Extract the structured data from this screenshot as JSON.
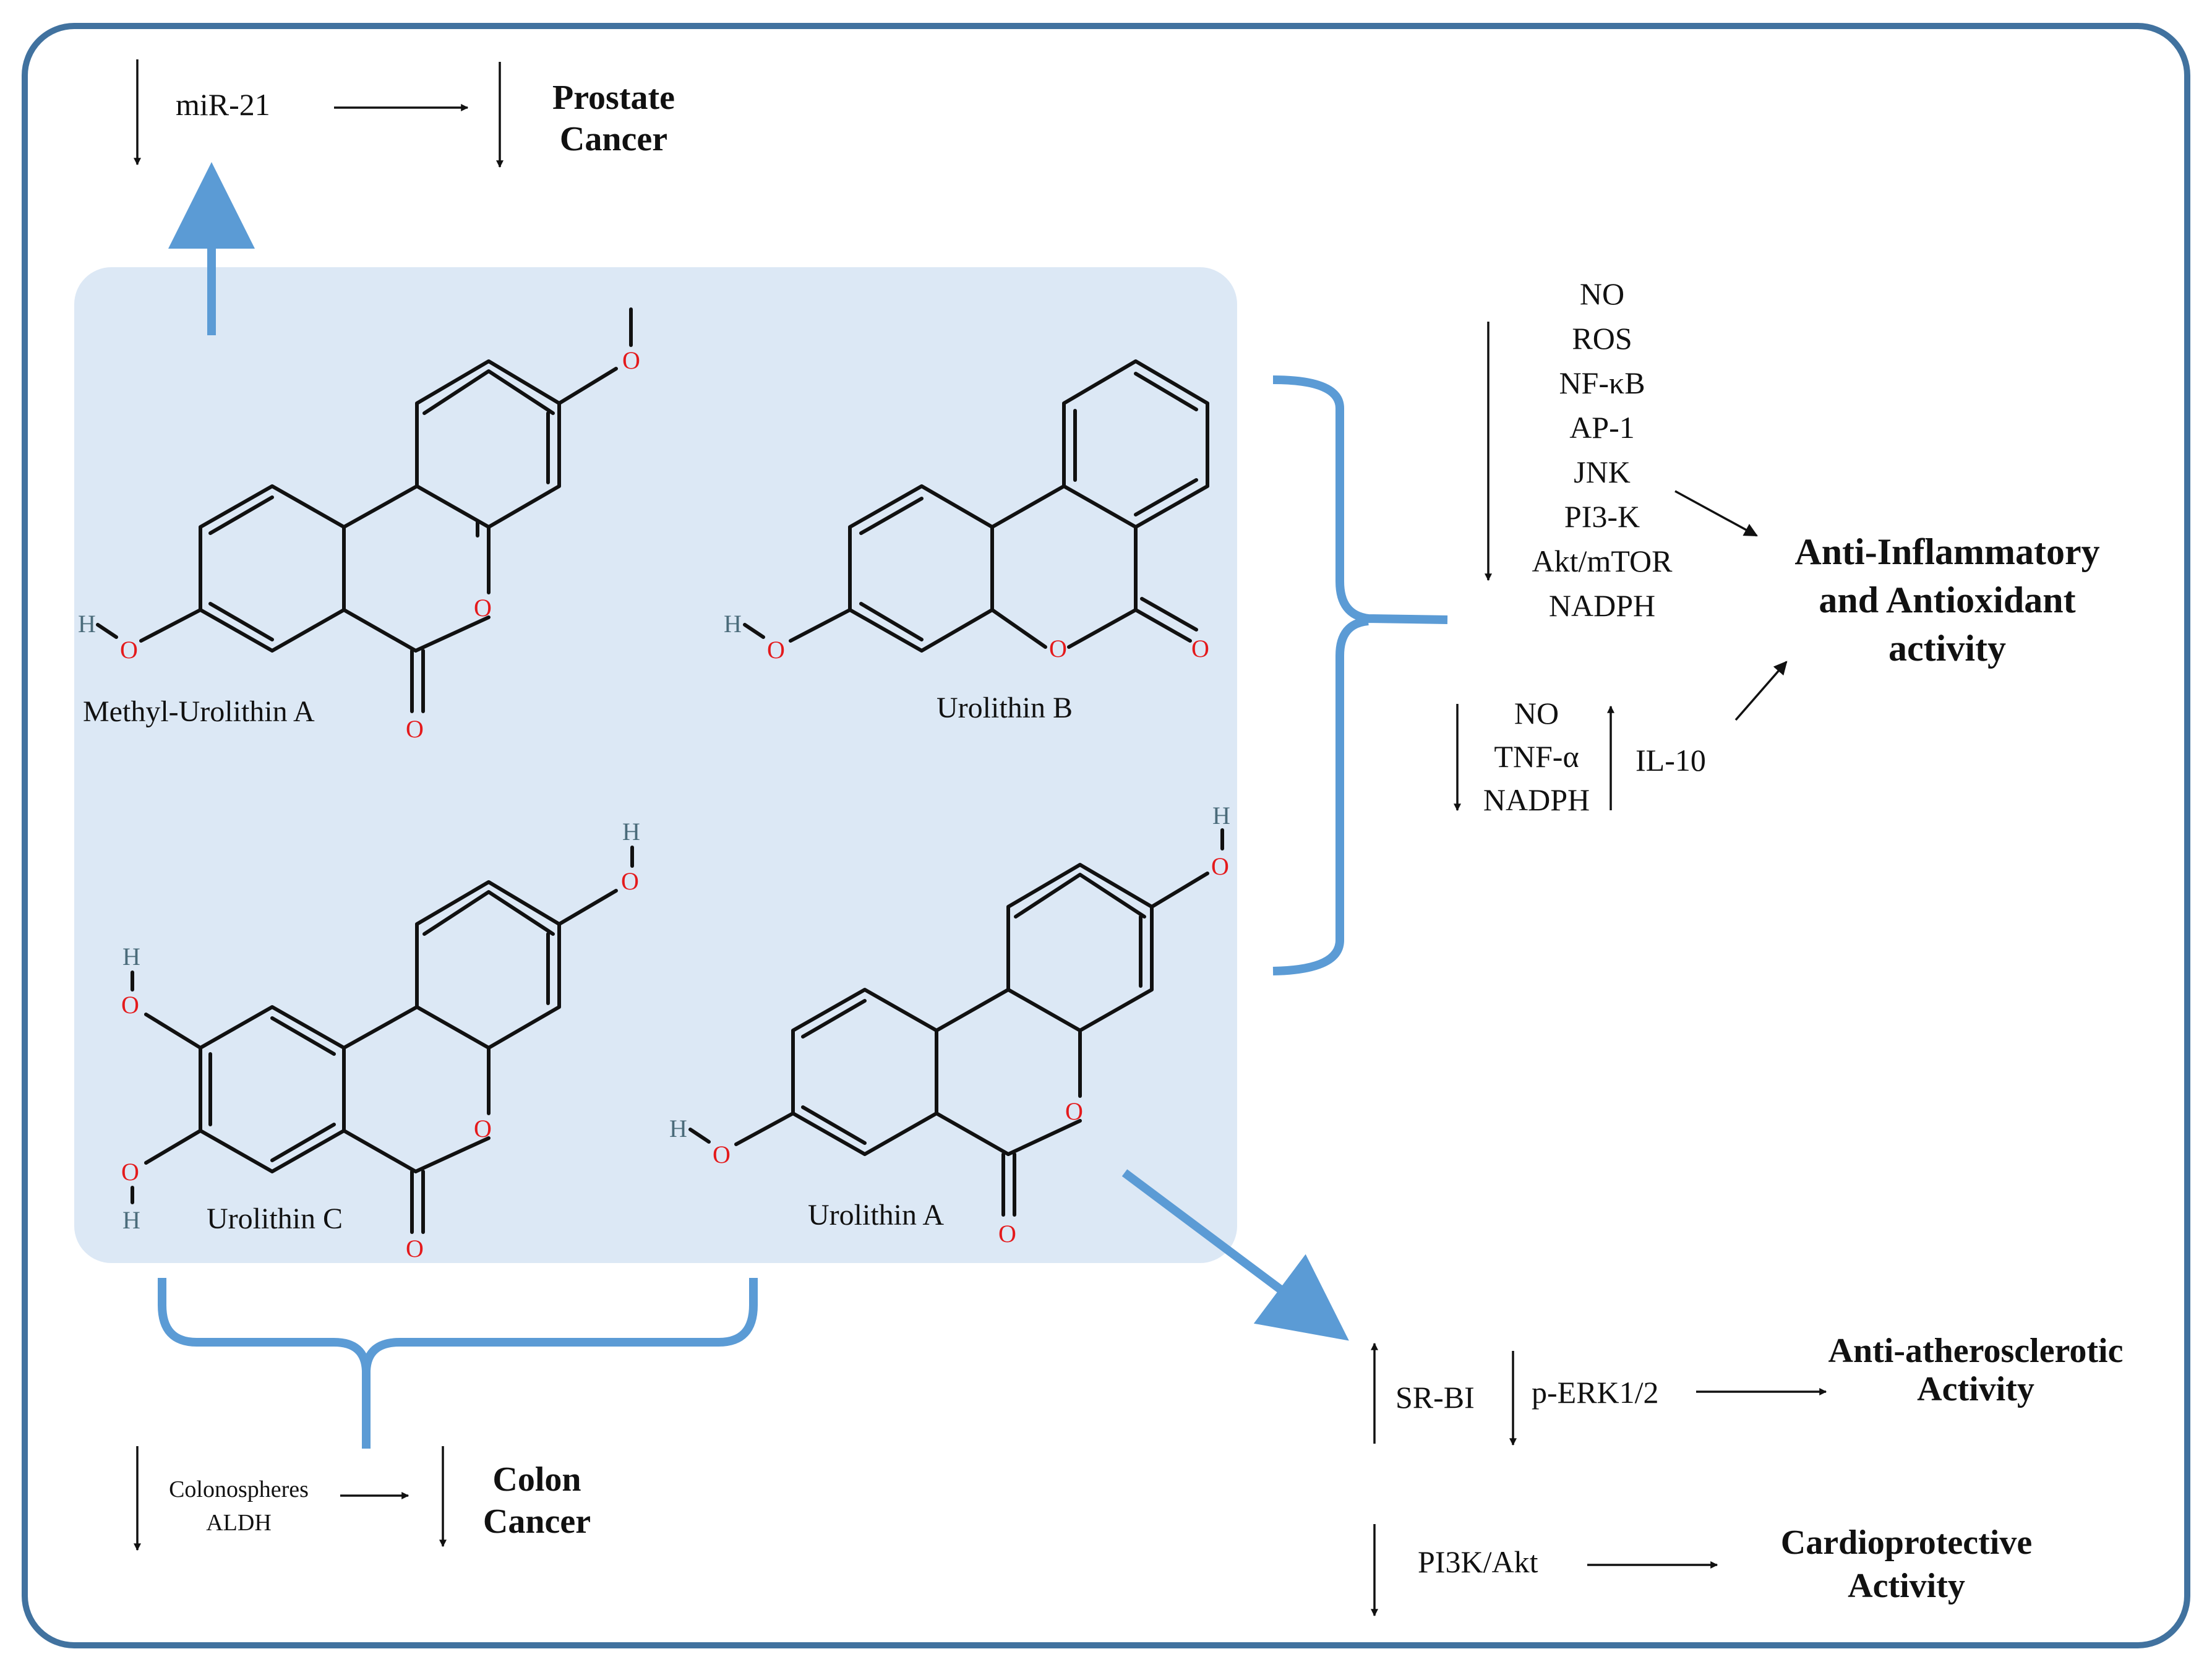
{
  "prostate": {
    "mir": "miR-21",
    "outcome_line1": "Prostate",
    "outcome_line2": "Cancer"
  },
  "compounds": {
    "methyl_urolithin_a": "Methyl-Urolithin A",
    "urolithin_b": "Urolithin B",
    "urolithin_c": "Urolithin C",
    "urolithin_a": "Urolithin A"
  },
  "atoms": {
    "oxygen": "O",
    "hydrogen": "H"
  },
  "inflammation": {
    "markers_down": [
      "NO",
      "ROS",
      "NF-κB",
      "AP-1",
      "JNK",
      "PI3-K",
      "Akt/mTOR",
      "NADPH"
    ],
    "markers_down2": [
      "NO",
      "TNF-α",
      "NADPH"
    ],
    "marker_up": "IL-10",
    "outcome": [
      "Anti-Inflammatory",
      "and Antioxidant",
      "activity"
    ]
  },
  "colon": {
    "markers": [
      "Colonospheres",
      "ALDH"
    ],
    "outcome_line1": "Colon",
    "outcome_line2": "Cancer"
  },
  "athero": {
    "up": "SR-BI",
    "down": "p-ERK1/2",
    "outcome_line1": "Anti-atherosclerotic",
    "outcome_line2": "Activity"
  },
  "cardio": {
    "down": "PI3K/Akt",
    "outcome_line1": "Cardioprotective",
    "outcome_line2": "Activity"
  },
  "colors": {
    "frame": "#41729f",
    "panel": "#dce8f5",
    "accent_arrow": "#5b9bd5",
    "oxygen": "#e41a1c",
    "hydrogen": "#4a6b7a"
  }
}
